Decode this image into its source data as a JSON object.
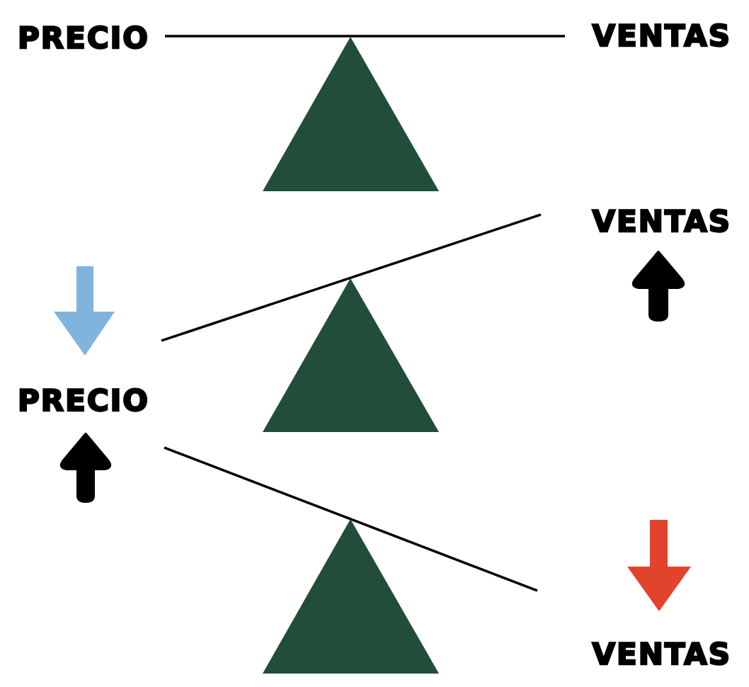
{
  "labels": {
    "price_top": "PRECIO",
    "sales_top": "VENTAS",
    "sales_middle": "VENTAS",
    "price_middle": "PRECIO",
    "sales_bottom": "VENTAS"
  },
  "icons": {
    "price_down": "arrow-down-icon",
    "price_up": "arrow-up-icon",
    "sales_up": "arrow-up-icon",
    "sales_down": "arrow-down-icon"
  },
  "colors": {
    "fulcrum": "#214d39",
    "price_down_arrow": "#80b4dc",
    "sales_down_arrow": "#e2432d",
    "up_arrow": "#000000"
  }
}
